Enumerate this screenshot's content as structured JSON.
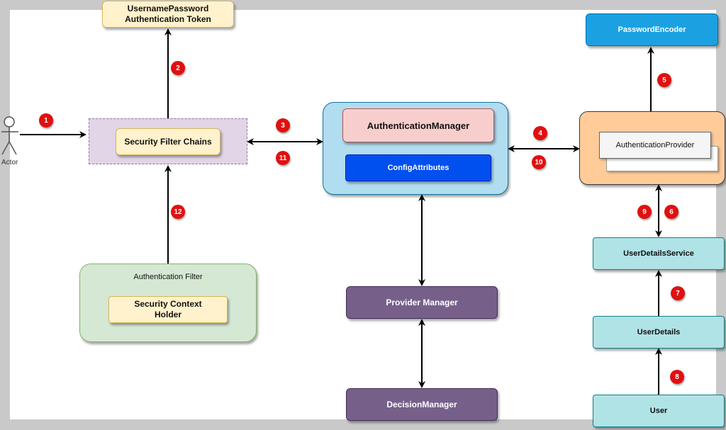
{
  "actor": {
    "label": "Actor"
  },
  "nodes": {
    "token": "UsernamePassword\nAuthentication Token",
    "filter_chains": "Security Filter Chains",
    "auth_manager": "AuthenticationManager",
    "config_attributes": "ConfigAttributes",
    "password_encoder": "PasswordEncoder",
    "auth_provider": "AuthenticationProvider",
    "user_details_service": "UserDetailsService",
    "user_details": "UserDetails",
    "user": "User",
    "auth_filter": "Authentication Filter",
    "security_context_holder": "Security Context\nHolder",
    "provider_manager": "Provider Manager",
    "decision_manager": "DecisionManager"
  },
  "steps": [
    "1",
    "2",
    "3",
    "4",
    "5",
    "6",
    "7",
    "8",
    "9",
    "10",
    "11",
    "12"
  ],
  "colors": {
    "badge": "#e01010",
    "password_encoder": "#1ba1e2",
    "config_attributes": "#0050ef",
    "manager_pane": "#b1ddf0",
    "provider_pane": "#ffcc99",
    "purple_box": "#76608a",
    "cyan_box": "#b0e3e6",
    "yellow_box": "#fff2cc",
    "pink_box": "#f8cecc",
    "green_pane": "#d5e8d4",
    "lilac_pane": "#e1d5e7"
  }
}
